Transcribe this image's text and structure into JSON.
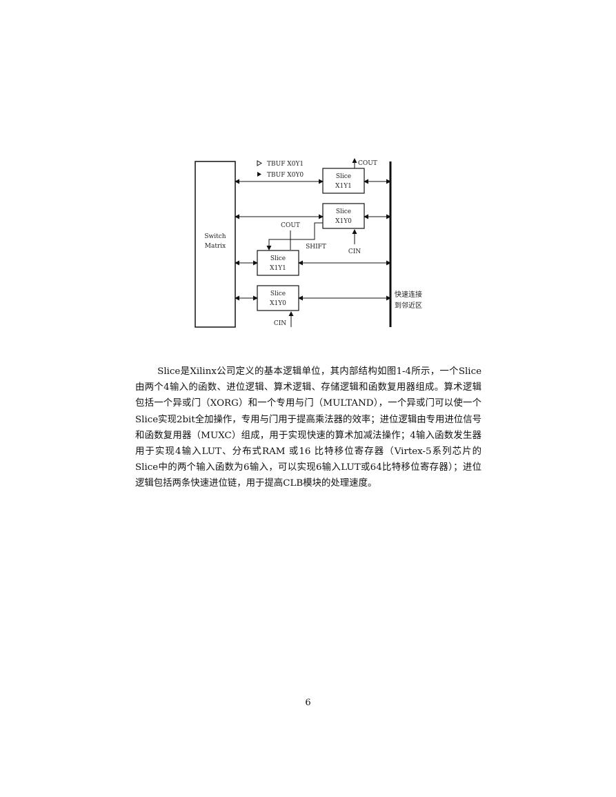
{
  "figure": {
    "switch_matrix_line1": "Switch",
    "switch_matrix_line2": "Matrix",
    "tbuf_x0y1": "TBUF X0Y1",
    "tbuf_x0y0": "TBUF X0Y0",
    "cout_top": "COUT",
    "cout_mid": "COUT",
    "shift": "SHIFT",
    "cin_mid": "CIN",
    "cin_bottom": "CIN",
    "fast_connect_line1": "快速连接",
    "fast_connect_line2": "到邻近区",
    "slices": [
      {
        "line1": "Slice",
        "line2": "X1Y1"
      },
      {
        "line1": "Slice",
        "line2": "X1Y0"
      },
      {
        "line1": "Slice",
        "line2": "X1Y1"
      },
      {
        "line1": "Slice",
        "line2": "X1Y0"
      }
    ]
  },
  "paragraph": "Slice是Xilinx公司定义的基本逻辑单位，其内部结构如图1-4所示，一个Slice由两个4输入的函数、进位逻辑、算术逻辑、存储逻辑和函数复用器组成。算术逻辑包括一个异或门（XORG）和一个专用与门（MULTAND），一个异或门可以使一个Slice实现2bit全加操作，专用与门用于提高乘法器的效率；进位逻辑由专用进位信号和函数复用器（MUXC）组成，用于实现快速的算术加减法操作；4输入函数发生器用于实现4输入LUT、分布式RAM 或16 比特移位寄存器（Virtex-5系列芯片的Slice中的两个输入函数为6输入，可以实现6输入LUT或64比特移位寄存器）；进位逻辑包括两条快速进位链，用于提高CLB模块的处理速度。",
  "page_number": "6"
}
